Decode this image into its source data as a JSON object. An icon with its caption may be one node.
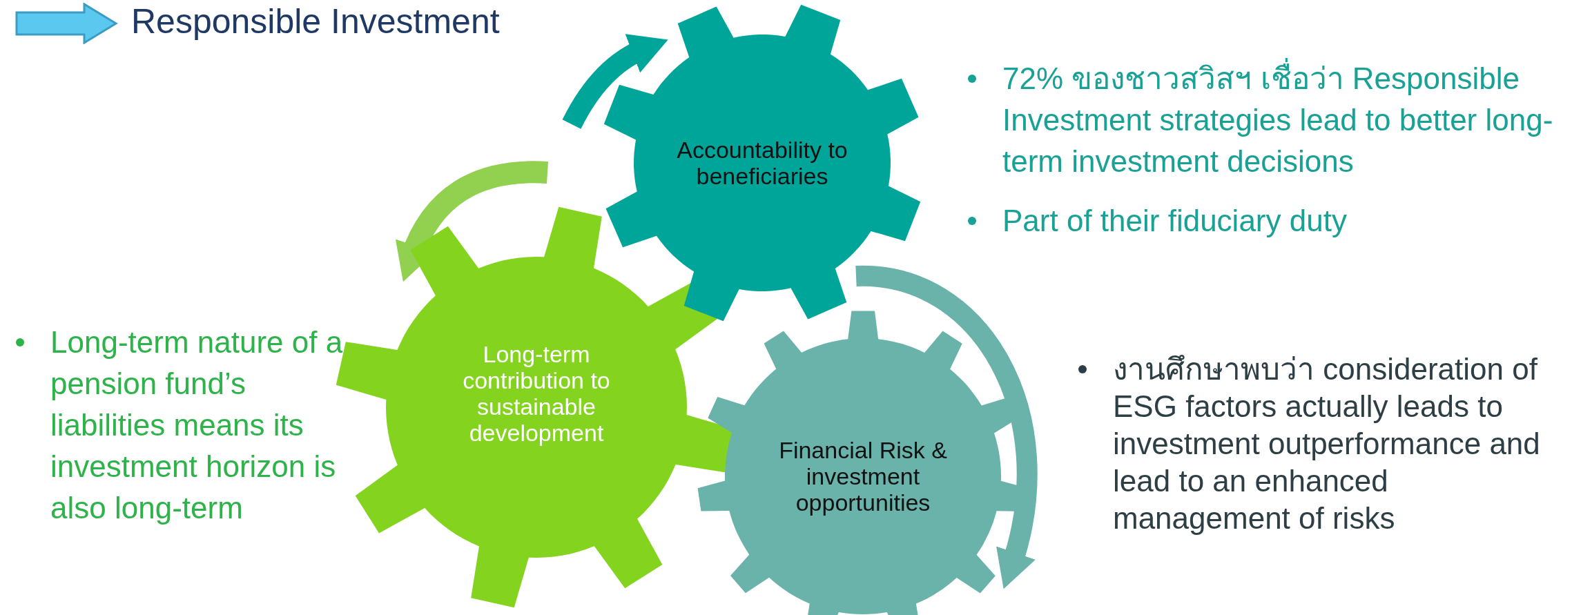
{
  "diagram": {
    "title": "Responsible Investment",
    "nodes": [
      {
        "text": [
          "Accountability to beneficiaries"
        ]
      },
      {
        "text": [
          "Long-term contribution to sustainable development"
        ]
      },
      {
        "text": [
          "Financial Risk & investment opportunities"
        ]
      }
    ],
    "edges": [],
    "labels": [
      "72% ของชาวสวิสฯ เชื่อว่า Responsible Investment strategies lead to better long-term investment decisions",
      "Part of their fiduciary duty",
      "Long-term nature of a pension fund’s liabilities means its investment horizon is also long-term",
      "งานศึกษาพบว่า consideration of ESG factors actually leads to investment outperformance and lead to an enhanced management of risks"
    ]
  }
}
